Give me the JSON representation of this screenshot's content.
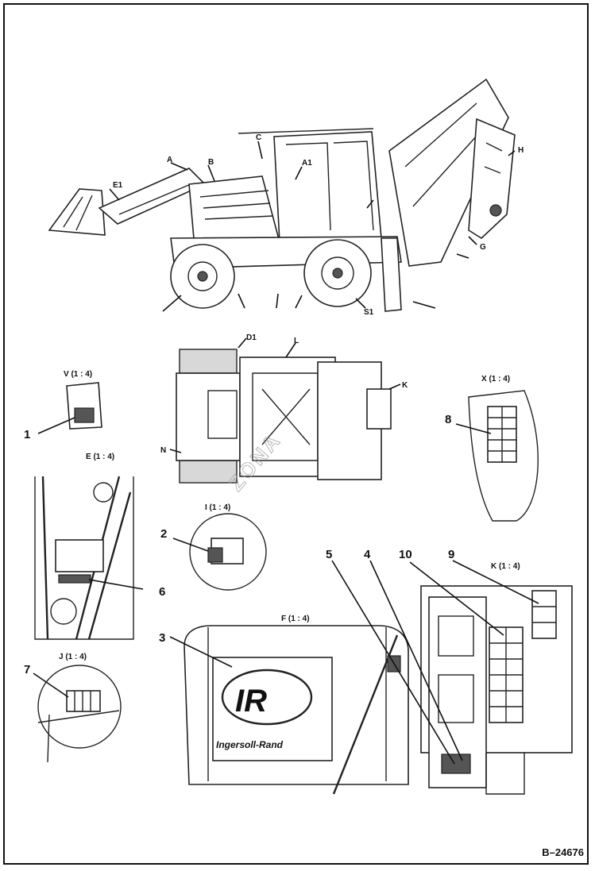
{
  "figure_number": "B–24676",
  "watermark": "ZONA",
  "callouts": [
    "1",
    "2",
    "3",
    "4",
    "5",
    "6",
    "7",
    "8",
    "9",
    "10"
  ],
  "view_titles": {
    "v": "V (1 : 4)",
    "e": "E (1 : 4)",
    "f": "F (1 : 4)",
    "x": "X (1 : 4)",
    "i": "I (1 : 4)",
    "j": "J (1 : 4)",
    "k": "K (1 : 4)"
  },
  "view_letters": {
    "e1": "E1",
    "a": "A",
    "b": "B",
    "a1": "A1",
    "c": "C",
    "h": "H",
    "g": "G",
    "d1": "D1",
    "l": "L",
    "k": "K",
    "n": "N",
    "s1": "S1"
  },
  "brand": {
    "logo": "IR",
    "name": "Ingersoll-Rand"
  }
}
